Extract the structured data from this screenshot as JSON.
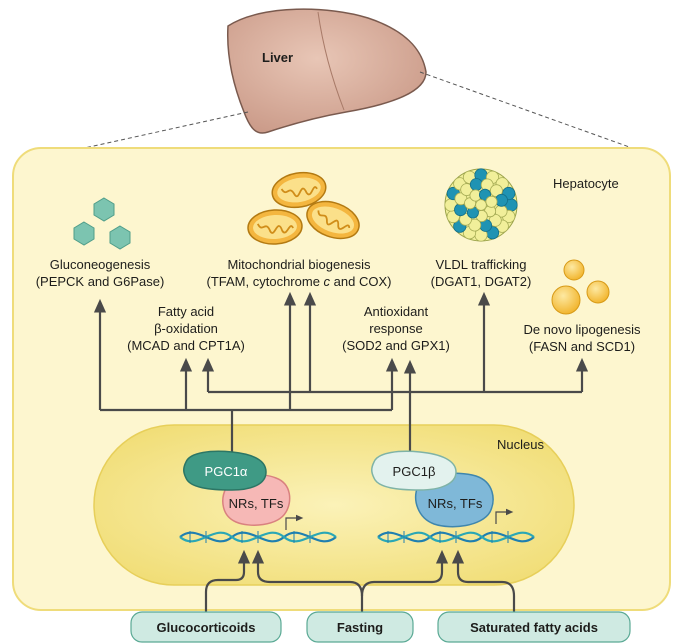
{
  "organ": {
    "label": "Liver"
  },
  "cell": {
    "label": "Hepatocyte"
  },
  "nucleus": {
    "label": "Nucleus"
  },
  "processes": {
    "gluconeogenesis": {
      "line1": "Gluconeogenesis",
      "line2": "(PEPCK and G6Pase)"
    },
    "mito_biogenesis": {
      "line1": "Mitochondrial biogenesis",
      "line2_pre": "(TFAM, cytochrome ",
      "line2_ital": "c",
      "line2_post": " and COX)"
    },
    "vldl": {
      "line1": "VLDL trafficking",
      "line2": "(DGAT1, DGAT2)"
    },
    "fao": {
      "line1": "Fatty acid",
      "line2": "β-oxidation",
      "line3": "(MCAD and CPT1A)"
    },
    "antioxidant": {
      "line1": "Antioxidant",
      "line2": "response",
      "line3": "(SOD2 and GPX1)"
    },
    "lipogenesis": {
      "line1": "De novo lipogenesis",
      "line2": "(FASN and SCD1)"
    }
  },
  "coactivators": {
    "pgc1a": "PGC1α",
    "pgc1b": "PGC1β",
    "partner_left": "NRs, TFs",
    "partner_right": "NRs, TFs"
  },
  "stimuli": {
    "glucocorticoids": "Glucocorticoids",
    "fasting": "Fasting",
    "saturated_fa": "Saturated fatty acids"
  },
  "colors": {
    "cell_fill": "#fdf6cf",
    "cell_stroke": "#efdc7a",
    "nucleus_fill": "#f6e89a",
    "liver": "#dcb19e",
    "arrow": "#4a4a4a",
    "pgc1a": "#3f9a85",
    "pgc1b": "#e3f2ee",
    "partner_left": "#f6b8b6",
    "partner_right": "#7fb8d8",
    "stimulus_box": "#cfeae2",
    "hexagon": "#7cc4b0",
    "mito": "#f4b63f",
    "lipid_droplet": "#f4c242",
    "vldl_blue": "#1f93b3",
    "vldl_yellow": "#f1ef9a"
  }
}
